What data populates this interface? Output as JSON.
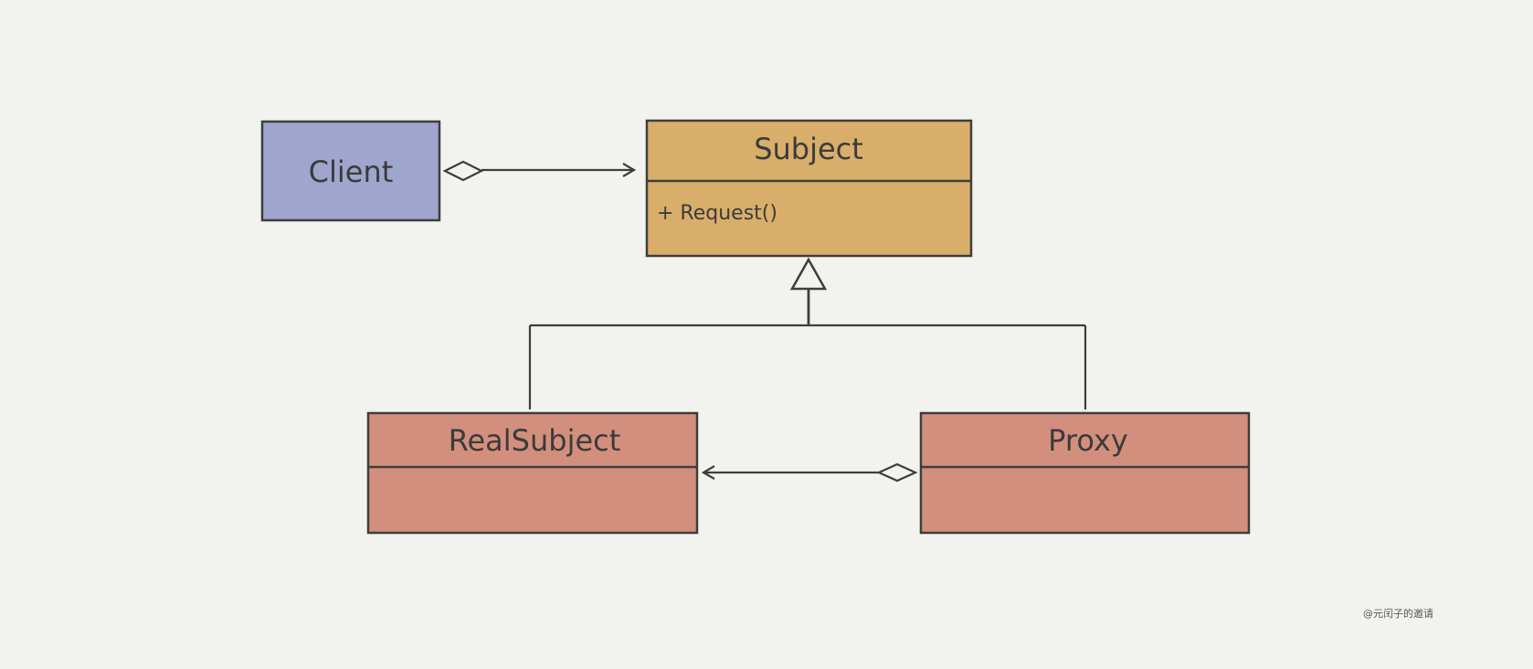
{
  "colors": {
    "background": "#f2f2ef",
    "line": "#3e3e3e",
    "client_fill": "#9fa5cc",
    "subject_fill": "#d8ae6a",
    "proxy_fill": "#d38f7d"
  },
  "classes": {
    "client": {
      "name": "Client"
    },
    "subject": {
      "name": "Subject",
      "members": [
        "+ Request()"
      ]
    },
    "real_subject": {
      "name": "RealSubject"
    },
    "proxy": {
      "name": "Proxy"
    }
  },
  "relationships": [
    {
      "type": "aggregation",
      "from": "Client",
      "to": "Subject"
    },
    {
      "type": "aggregation",
      "from": "Proxy",
      "to": "RealSubject"
    },
    {
      "type": "inheritance",
      "from": "RealSubject",
      "to": "Subject"
    },
    {
      "type": "inheritance",
      "from": "Proxy",
      "to": "Subject"
    }
  ],
  "watermark": "@元闰子的邀请"
}
